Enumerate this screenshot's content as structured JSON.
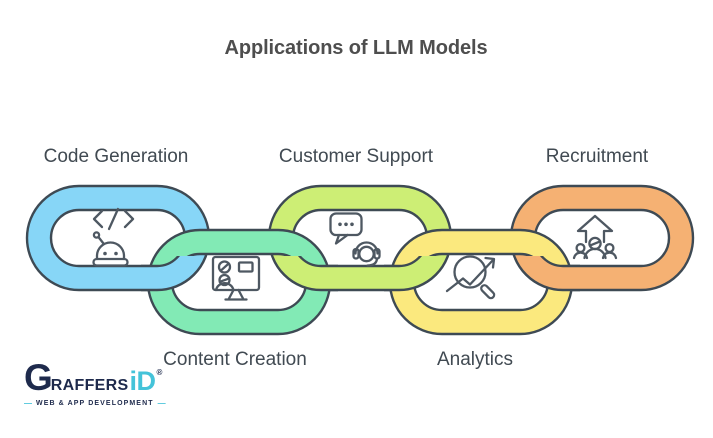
{
  "title": "Applications of LLM Models",
  "links": [
    {
      "label": "Code Generation",
      "color": "#87d6f7",
      "icon": "robot-code-icon",
      "row": "top"
    },
    {
      "label": "Content Creation",
      "color": "#82eab5",
      "icon": "monitor-content-icon",
      "row": "bottom"
    },
    {
      "label": "Customer Support",
      "color": "#cdee75",
      "icon": "chat-headset-icon",
      "row": "top"
    },
    {
      "label": "Analytics",
      "color": "#fbe97e",
      "icon": "magnifier-trend-icon",
      "row": "bottom"
    },
    {
      "label": "Recruitment",
      "color": "#f5b173",
      "icon": "team-growth-icon",
      "row": "top"
    }
  ],
  "logo": {
    "letter_g": "G",
    "word_raffers": "RAFFERS",
    "word_id": "iD",
    "registered_mark": "®",
    "tagline": "WEB & APP DEVELOPMENT",
    "dash": "—"
  },
  "colors": {
    "outline": "#3e4a54",
    "icon_stroke": "#4e5862",
    "title_text": "#4e4e4e",
    "label_text": "#414a52",
    "logo_navy": "#1e2a4c",
    "logo_cyan": "#44c3d9",
    "background": "#ffffff"
  }
}
